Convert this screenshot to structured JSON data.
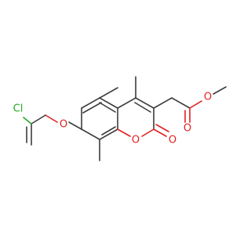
{
  "molecule": {
    "atoms": {
      "chlorine": {
        "symbol": "Cl",
        "color": "#22aa22"
      },
      "ether_oxygen": {
        "symbol": "O",
        "color": "#e02020"
      },
      "ring_oxygen": {
        "symbol": "O",
        "color": "#e02020"
      },
      "carbonyl_oxygen": {
        "symbol": "O",
        "color": "#e02020"
      },
      "ester_carbonyl_oxygen": {
        "symbol": "O",
        "color": "#e02020"
      },
      "ester_oxygen": {
        "symbol": "O",
        "color": "#e02020"
      }
    },
    "bond_color": "#3c3c3c"
  }
}
